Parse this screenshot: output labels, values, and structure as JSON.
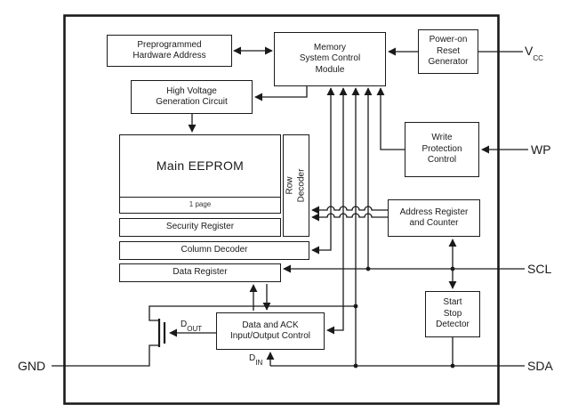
{
  "blocks": {
    "preprogrammed": {
      "label": "Preprogrammed\nHardware Address"
    },
    "memory_control": {
      "label": "Memory\nSystem Control\nModule"
    },
    "power_on_reset": {
      "label": "Power-on\nReset\nGenerator"
    },
    "high_voltage": {
      "label": "High Voltage\nGeneration Circuit"
    },
    "main_eeprom": {
      "label": "Main EEPROM",
      "sublabel": "1 page"
    },
    "row_decoder": {
      "label": "Row Decoder"
    },
    "security_register": {
      "label": "Security Register"
    },
    "column_decoder": {
      "label": "Column Decoder"
    },
    "data_register": {
      "label": "Data Register"
    },
    "write_protection": {
      "label": "Write\nProtection\nControl"
    },
    "address_register": {
      "label": "Address Register\nand Counter"
    },
    "start_stop_detector": {
      "label": "Start\nStop\nDetector"
    },
    "data_ack_io": {
      "label": "Data and ACK\nInput/Output Control"
    }
  },
  "pins": {
    "vcc": {
      "text": "V",
      "sub": "CC"
    },
    "wp": {
      "text": "WP"
    },
    "scl": {
      "text": "SCL"
    },
    "sda": {
      "text": "SDA"
    },
    "gnd": {
      "text": "GND"
    }
  },
  "signals": {
    "dout": {
      "text": "D",
      "sub": "OUT"
    },
    "din": {
      "text": "D",
      "sub": "IN"
    }
  },
  "colors": {
    "line": "#1a1a1a",
    "background": "#ffffff",
    "block_fill": "#ffffff"
  }
}
